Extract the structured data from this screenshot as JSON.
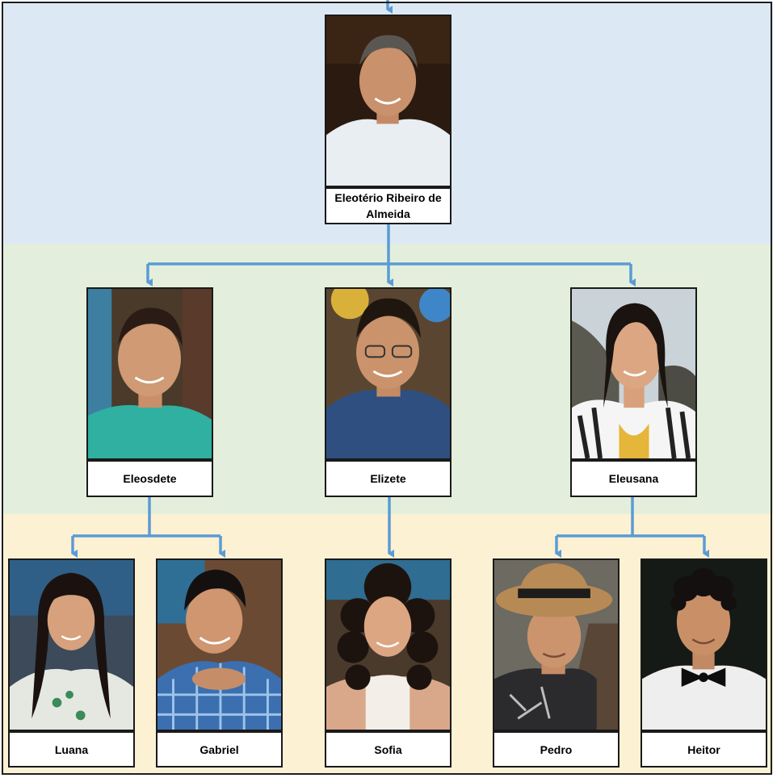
{
  "colors": {
    "band_top": "#dce9f5",
    "band_middle": "#e3efdc",
    "band_bottom": "#fdf1d4",
    "connector": "#5b9bd5",
    "border": "#1a1a1a"
  },
  "root": {
    "name": "Eleotério Ribeiro de Almeida",
    "photo": "elderly-man-portrait"
  },
  "children": [
    {
      "name": "Eleosdete",
      "photo": "man-green-shirt-portrait"
    },
    {
      "name": "Elizete",
      "photo": "man-glasses-blue-shirt-portrait"
    },
    {
      "name": "Eleusana",
      "photo": "woman-seaside-portrait"
    }
  ],
  "grandchildren": [
    {
      "name": "Luana",
      "photo": "girl-long-hair-portrait"
    },
    {
      "name": "Gabriel",
      "photo": "boy-plaid-shirt-portrait"
    },
    {
      "name": "Sofia",
      "photo": "girl-curly-hair-portrait"
    },
    {
      "name": "Pedro",
      "photo": "boy-straw-hat-portrait"
    },
    {
      "name": "Heitor",
      "photo": "boy-bowtie-portrait"
    }
  ]
}
